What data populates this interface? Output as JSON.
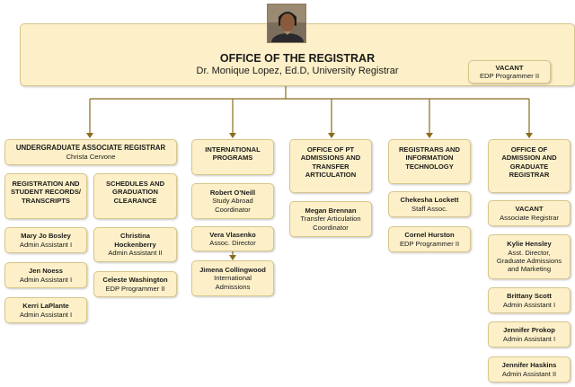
{
  "registrar": {
    "office": "OFFICE OF THE REGISTRAR",
    "subtitle": "Dr. Monique Lopez, Ed.D,  University Registrar"
  },
  "vacant_top": {
    "title": "VACANT",
    "role": "EDP Programmer II"
  },
  "undergraduate": {
    "head": {
      "title": "UNDERGRADUATE ASSOCIATE REGISTRAR",
      "name": "Christa Cervone"
    },
    "registration": {
      "title_line1": "REGISTRATION AND",
      "title_line2": "STUDENT RECORDS/",
      "title_line3": "TRANSCRIPTS",
      "staff": [
        {
          "name": "Mary Jo Bosley",
          "role": "Admin Assistant I"
        },
        {
          "name": "Jen Noess",
          "role": "Admin Assistant I"
        },
        {
          "name": "Kerri LaPlante",
          "role": "Admin Assistant I"
        }
      ]
    },
    "schedules": {
      "title_line1": "SCHEDULES AND",
      "title_line2": "GRADUATION",
      "title_line3": "CLEARANCE",
      "staff": [
        {
          "name_line1": "Christina",
          "name_line2": "Hockenberry",
          "role": "Admin Assistant II"
        },
        {
          "name": "Celeste Washington",
          "role": "EDP Programmer II"
        }
      ]
    }
  },
  "international": {
    "title_line1": "INTERNATIONAL",
    "title_line2": "PROGRAMS",
    "staff": [
      {
        "name": "Robert O'Neill",
        "role_line1": "Study Abroad",
        "role_line2": "Coordinator"
      },
      {
        "name": "Vera Vlasenko",
        "role": "Assoc. Director"
      },
      {
        "name": "Jimena Collingwood",
        "role_line1": "International",
        "role_line2": "Admissions"
      }
    ]
  },
  "pt_admissions": {
    "title_line1": "OFFICE OF PT",
    "title_line2": "ADMISSIONS AND",
    "title_line3": "TRANSFER",
    "title_line4": "ARTICULATION",
    "staff": [
      {
        "name": "Megan Brennan",
        "role_line1": "Transfer Articulation",
        "role_line2": "Coordinator"
      }
    ]
  },
  "registrars_it": {
    "title_line1": "REGISTRARS AND",
    "title_line2": "INFORMATION",
    "title_line3": "TECHNOLOGY",
    "staff": [
      {
        "name": "Chekesha Lockett",
        "role": "Staff Assoc."
      },
      {
        "name": "Cornel Hurston",
        "role": "EDP Programmer II"
      }
    ]
  },
  "graduate": {
    "title_line1": "OFFICE OF",
    "title_line2": "ADMISSION AND",
    "title_line3": "GRADUATE",
    "title_line4": "REGISTRAR",
    "staff": [
      {
        "name": "VACANT",
        "role": "Associate Registrar"
      },
      {
        "name": "Kylie Hensley",
        "role_line1": "Asst. Director,",
        "role_line2": "Graduate Admissions",
        "role_line3": "and Marketing"
      },
      {
        "name": "Brittany Scott",
        "role": "Admin Assistant I"
      },
      {
        "name": "Jennifer Prokop",
        "role": "Admin Assistant I"
      },
      {
        "name": "Jennifer Haskins",
        "role": "Admin Assistant II"
      }
    ]
  },
  "colors": {
    "box_fill": "#fdf0c8",
    "box_border": "#d8c58a",
    "connector": "#8a6b1e"
  }
}
